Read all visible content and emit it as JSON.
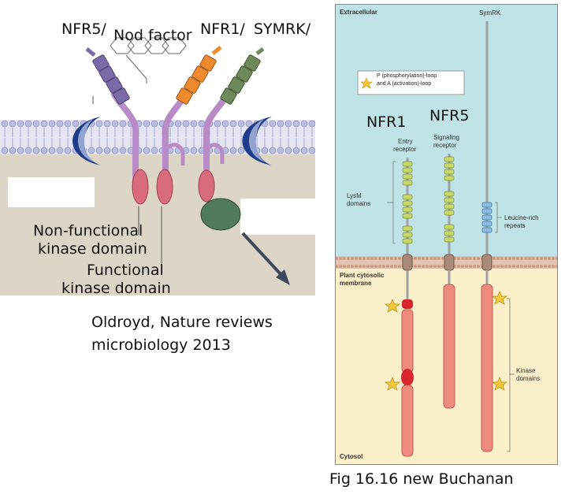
{
  "left_panel": {
    "labels": {
      "nfr5": "NFR5/",
      "nod_factor": "Nod factor",
      "nfr1": "NFR1/",
      "symrk": "SYMRK/",
      "non_functional": "Non-functional",
      "kinase_domain_1": "kinase domain",
      "functional": "Functional",
      "kinase_domain_2": "kinase domain"
    },
    "citation_line1": "Oldroyd, Nature reviews",
    "citation_line2": "microbiology 2013",
    "colors": {
      "membrane_band": "#c9cbe9",
      "cytoplasm": "#ddd6c6",
      "lectin": "#1f3d8a",
      "nfr5_lysm": "#7b6aa8",
      "nfr1_lysm": "#f08a2e",
      "symrk_lrr": "#6f8a5a",
      "stalk": "#b98bc6",
      "kinase": "#d86b7c",
      "ball": "#4f7a5a"
    }
  },
  "right_panel": {
    "extracellular_label": "Extracellular",
    "symrk_label": "SymRK",
    "legend_text_line1": "P (phosphorylation)-loop",
    "legend_text_line2": "and A (activation)-loop",
    "nfr1_title": "NFR1",
    "nfr5_title": "NFR5",
    "entry_receptor_line1": "Entry",
    "entry_receptor_line2": "receptor",
    "signaling_receptor_line1": "Signaling",
    "signaling_receptor_line2": "receptor",
    "lysm_line1": "LysM",
    "lysm_line2": "domains",
    "lrr_line1": "Leucine-rich",
    "lrr_line2": "repeats",
    "membrane_line1": "Plant cytosolic",
    "membrane_line2": "membrane",
    "kinase_line1": "Kinase",
    "kinase_line2": "domains",
    "cytosol_label": "Cytosol",
    "caption": "Fig 16.16 new Buchanan",
    "colors": {
      "extracellular_bg": "#bfe3e6",
      "cytosol_bg": "#fbf0c9",
      "membrane": "#d9b5a0",
      "lysm": "#c7d86a",
      "lrr": "#8fbfe6",
      "kinase": "#f08b80",
      "loop": "#d8262f",
      "star": "#f5c93a",
      "stalk": "#9ea2a6"
    }
  }
}
